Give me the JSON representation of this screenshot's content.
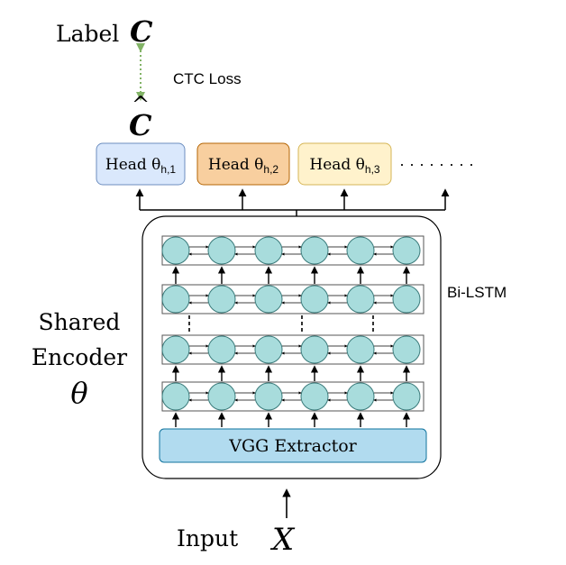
{
  "label": {
    "prefix": "Label",
    "symbol": "C"
  },
  "loss": {
    "text": "CTC Loss"
  },
  "prediction": {
    "symbol": "C",
    "accent": "^"
  },
  "heads": [
    {
      "text": "Head θ",
      "sub": "h,1",
      "fill": "#dae8fc",
      "stroke": "#6c8ebf"
    },
    {
      "text": "Head θ",
      "sub": "h,2",
      "fill": "#f8cf9f",
      "stroke": "#b46504"
    },
    {
      "text": "Head θ",
      "sub": "h,3",
      "fill": "#fff2cc",
      "stroke": "#d6b656"
    }
  ],
  "ellipsis": "· · · · · · · ·",
  "encoder": {
    "line1": "Shared",
    "line2": "Encoder",
    "symbol": "θ"
  },
  "bilstm": {
    "text": "Bi-LSTM",
    "cell_fill": "#a8dcdc",
    "cell_stroke": "#3a7a7a"
  },
  "extractor": {
    "text": "VGG Extractor",
    "fill": "#b1dbef",
    "stroke": "#10739e"
  },
  "input": {
    "prefix": "Input",
    "symbol": "X"
  },
  "colors": {
    "loss_arrow": "#82b366",
    "line": "#000000"
  }
}
